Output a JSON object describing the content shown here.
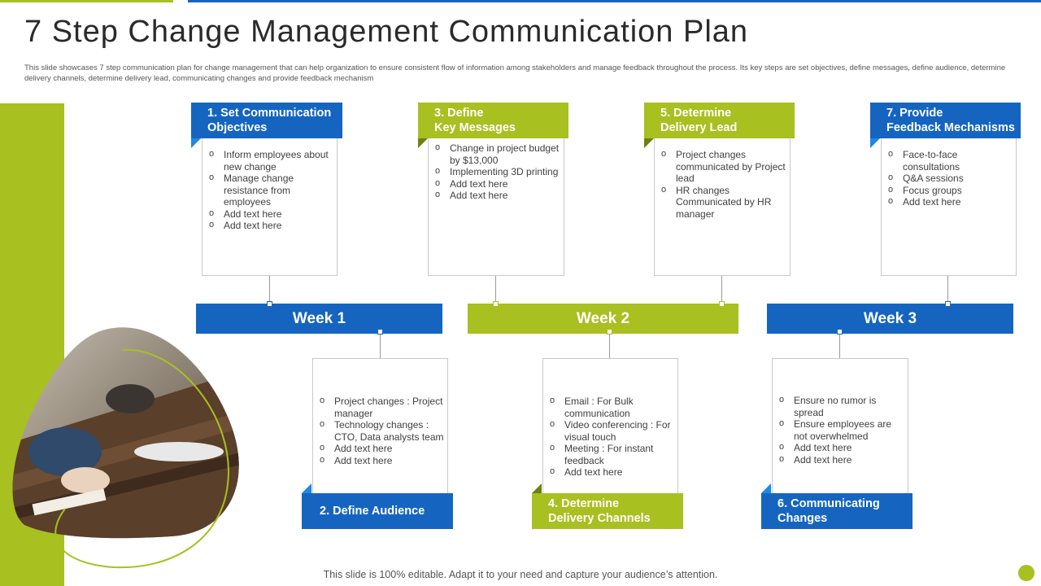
{
  "title": "7 Step Change Management Communication Plan",
  "description": "This slide showcases 7 step communication plan for change management that can help organization to ensure consistent flow of information among stakeholders and manage feedback throughout the process. Its key steps are set objectives, define messages, define audience, determine delivery channels, determine delivery lead, communicating changes and provide feedback mechanism",
  "colors": {
    "blue": "#1565c0",
    "green": "#a8c020"
  },
  "weeks": [
    "Week 1",
    "Week 2",
    "Week 3"
  ],
  "steps": {
    "s1": {
      "label_line1": "1. Set Communication",
      "label_line2": "Objectives",
      "items": [
        "Inform employees about new change",
        "Manage change resistance from employees",
        "Add text here",
        "Add text here"
      ]
    },
    "s2": {
      "label": "2. Define Audience",
      "items": [
        "Project changes : Project manager",
        "Technology changes : CTO, Data analysts team",
        "Add text here",
        "Add text here"
      ]
    },
    "s3": {
      "label_line1": "3. Define",
      "label_line2": "Key Messages",
      "items": [
        "Change in project budget by $13,000",
        "Implementing 3D printing",
        "Add text here",
        "Add text here"
      ]
    },
    "s4": {
      "label_line1": "4. Determine",
      "label_line2": "Delivery Channels",
      "items": [
        "Email : For Bulk communication",
        "Video conferencing : For visual touch",
        "Meeting : For instant feedback",
        "Add text here"
      ]
    },
    "s5": {
      "label_line1": "5. Determine",
      "label_line2": "Delivery Lead",
      "items": [
        "Project changes communicated by Project lead",
        "HR changes Communicated by HR manager"
      ]
    },
    "s6": {
      "label_line1": "6. Communicating",
      "label_line2": "Changes",
      "items": [
        "Ensure no rumor is spread",
        "Ensure employees are not overwhelmed",
        "Add text here",
        "Add text here"
      ]
    },
    "s7": {
      "label_line1": "7. Provide",
      "label_line2": "Feedback Mechanisms",
      "items": [
        "Face-to-face consultations",
        "Q&A sessions",
        "Focus groups",
        "Add text here"
      ]
    }
  },
  "footer": "This slide is 100% editable. Adapt it to your need and capture your audience’s attention."
}
